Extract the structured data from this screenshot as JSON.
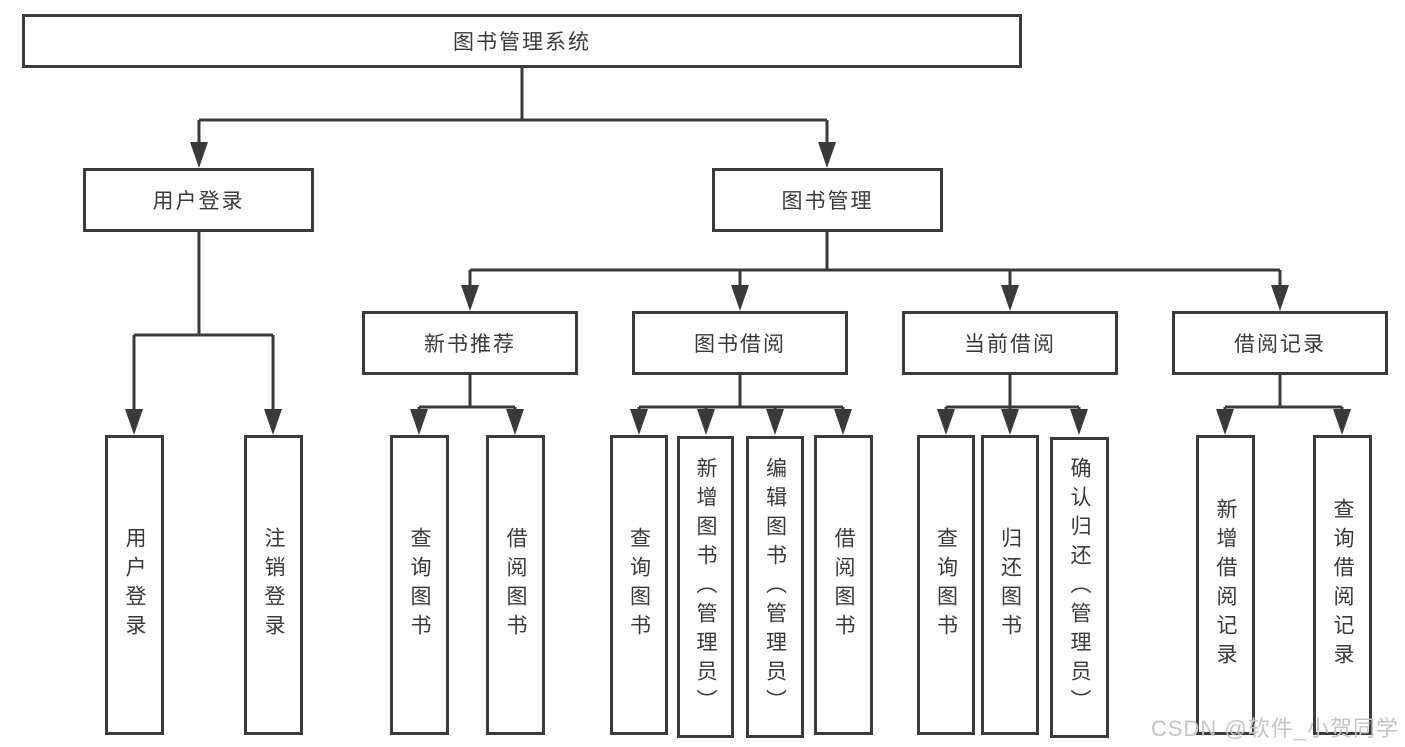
{
  "tree": {
    "root": {
      "label": "图书管理系统"
    },
    "branches": [
      {
        "label": "用户登录",
        "children": [
          {
            "label": "用户登录"
          },
          {
            "label": "注销登录"
          }
        ]
      },
      {
        "label": "图书管理",
        "children": [
          {
            "label": "新书推荐",
            "children": [
              {
                "label": "查询图书"
              },
              {
                "label": "借阅图书"
              }
            ]
          },
          {
            "label": "图书借阅",
            "children": [
              {
                "label": "查询图书"
              },
              {
                "label": "新增图书（管理员）"
              },
              {
                "label": "编辑图书（管理员）"
              },
              {
                "label": "借阅图书"
              }
            ]
          },
          {
            "label": "当前借阅",
            "children": [
              {
                "label": "查询图书"
              },
              {
                "label": "归还图书"
              },
              {
                "label": "确认归还（管理员）"
              }
            ]
          },
          {
            "label": "借阅记录",
            "children": [
              {
                "label": "新增借阅记录"
              },
              {
                "label": "查询借阅记录"
              }
            ]
          }
        ]
      }
    ]
  },
  "watermark": "CSDN @软件_小贺同学",
  "colors": {
    "line": "#3a3a3a",
    "box_border": "#3b3b3b",
    "text": "#3a3a3a",
    "watermark": "#c4c4c4",
    "background": "#ffffff"
  }
}
